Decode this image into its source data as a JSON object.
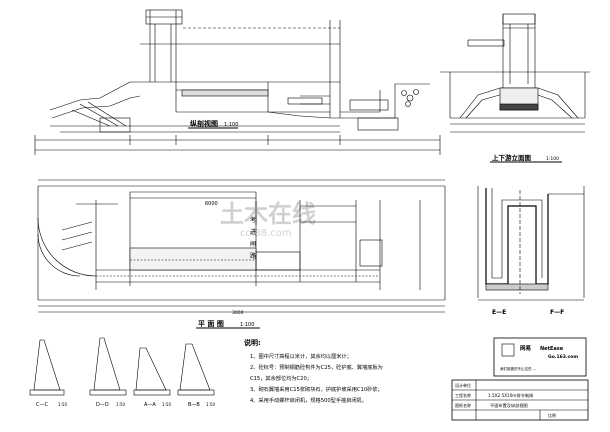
{
  "sheet": {
    "views": {
      "longitudinal_title": "纵剖视图",
      "longitudinal_scale": "1:100",
      "elevation_title": "上下游立面图",
      "elevation_scale": "1:100",
      "plan_title": "平 面 图",
      "plan_scale": "1:100",
      "section_ee": "E—E",
      "section_ff": "F—F",
      "section_cc": "C—C",
      "section_dd": "D—D",
      "section_aa": "A—A",
      "section_bb": "B—B",
      "detail_scale": "1:50"
    },
    "plan_labels": {
      "center_vertical": "考\n进\n闸\n路",
      "dim_total": "3000",
      "dim_6000": "6000"
    },
    "notes": {
      "heading": "说明:",
      "items": [
        "1、图中尺寸高程以米计，其余均以厘米计；",
        "2、砼标号：预制钢筋砼构件为C25，砼护底、翼墙底板为",
        "   C15，其余部位均为C20；",
        "3、砌石翼墙采用C15浆砌块石，护底护坡采用C10砂浆；",
        "4、采用手动螺杆启闭机，规格500型手摇启闭机。"
      ]
    },
    "logo": {
      "name": "网易",
      "brand": "NetEase",
      "site": "Go.163.com",
      "tagline": "我们能做的不止这些 ..."
    },
    "title_block": {
      "design_unit_label": "设计单位",
      "project_label": "工程名称",
      "project_value": "1.5X2.5X10m排节制闸",
      "drawing_label": "图纸名称",
      "drawing_value": "平面布置及纵剖视图",
      "scale_label": "比例"
    },
    "watermark": "土木在线",
    "watermark_sub": "coi88.com"
  }
}
